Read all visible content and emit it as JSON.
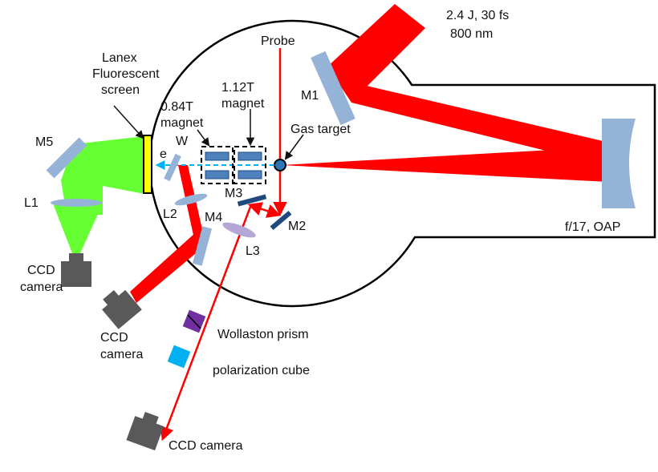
{
  "diagram": {
    "labels": {
      "laser_energy": "2.4 J, 30 fs",
      "laser_wavelength": "800 nm",
      "probe": "Probe",
      "lanex_1": "Lanex",
      "lanex_2": "Fluorescent",
      "lanex_3": "screen",
      "magnet1_field": "0.84T",
      "magnet1_word": "magnet",
      "magnet2_field": "1.12T",
      "magnet2_word": "magnet",
      "gas_target": "Gas target",
      "m1": "M1",
      "m2": "M2",
      "m3": "M3",
      "m4": "M4",
      "m5": "M5",
      "l1": "L1",
      "l2": "L2",
      "l3": "L3",
      "w": "W",
      "e": "e",
      "oap": "f/17, OAP",
      "ccd1_1": "CCD",
      "ccd1_2": "camera",
      "ccd2_1": "CCD",
      "ccd2_2": "camera",
      "ccd3": "CCD camera",
      "wollaston": "Wollaston prism",
      "polcube": "polarization cube"
    },
    "colors": {
      "laser": "#ff0000",
      "electron_beam": "#00b0f0",
      "optic": "#95b3d7",
      "mirror_dark": "#1f497d",
      "lens_l3": "#b4a7d6",
      "lanex_screen": "#ffff00",
      "lanex_signal": "#66ff33",
      "magnet": "#4f81bd",
      "wollaston": "#7030a0",
      "polarization_cube": "#00b0f0",
      "camera": "#595959"
    }
  }
}
